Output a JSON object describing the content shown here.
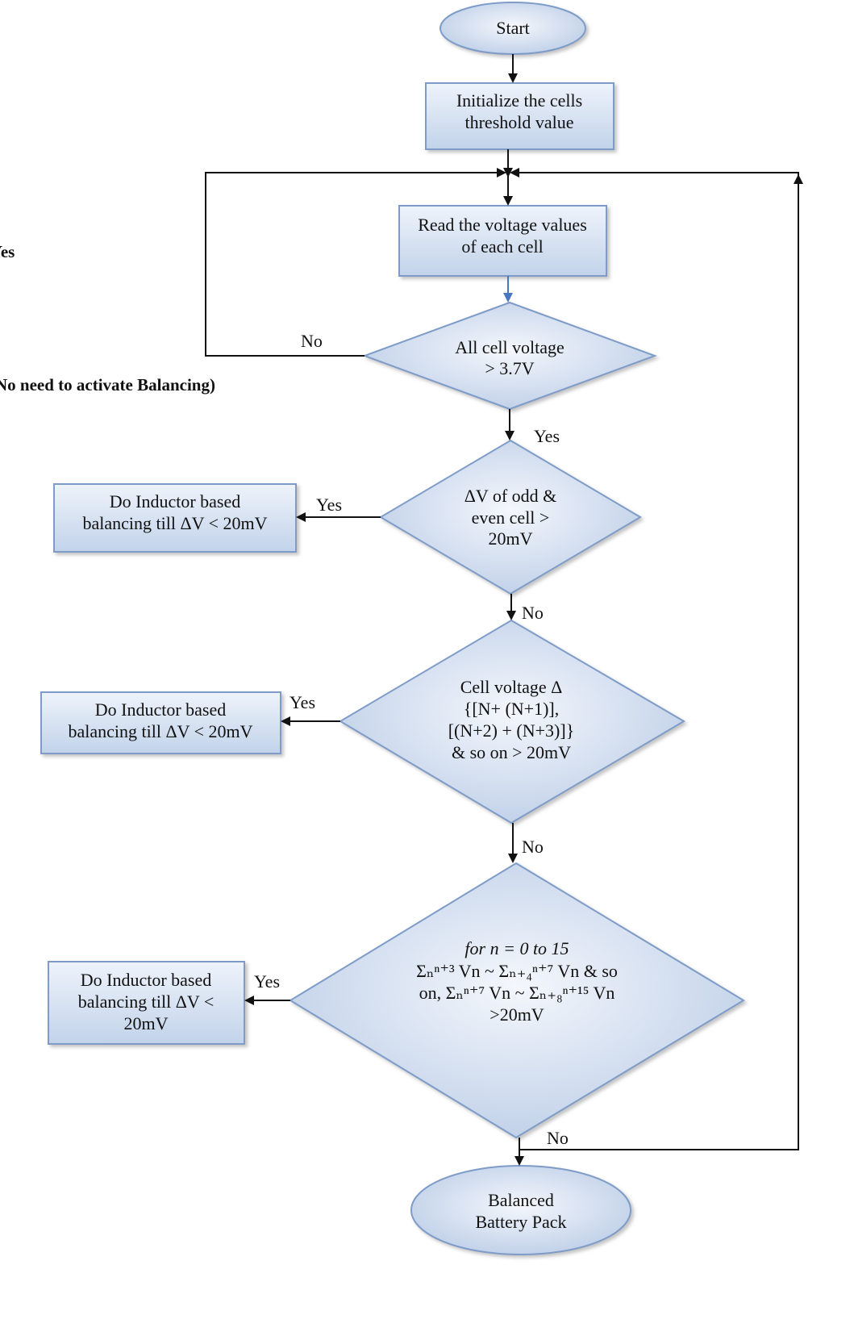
{
  "flowchart": {
    "start": "Start",
    "init": [
      "Initialize the cells",
      "threshold value"
    ],
    "read": [
      "Read the voltage values",
      "of each cell"
    ],
    "decision1": [
      "All cell voltage",
      "> 3.7V"
    ],
    "decision2": [
      "ΔV of odd &",
      "even cell >",
      "20mV"
    ],
    "decision3": [
      "Cell voltage Δ",
      "{[N+ (N+1)],",
      "[(N+2) + (N+3)]}",
      "& so on > 20mV"
    ],
    "decision4": [
      "for n = 0 to 15",
      "Σₙⁿ⁺³ Vn ~ Σₙ₊₄ⁿ⁺⁷ Vn & so",
      "on, Σₙⁿ⁺⁷ Vn ~ Σₙ₊₈ⁿ⁺¹⁵ Vn",
      ">20mV"
    ],
    "action1": [
      "Do Inductor based",
      "balancing till ΔV < 20mV"
    ],
    "action2": [
      "Do Inductor based",
      "balancing till ΔV < 20mV"
    ],
    "action3": [
      "Do Inductor based",
      "balancing till ΔV <",
      "20mV"
    ],
    "end": [
      "Balanced",
      "Battery Pack"
    ]
  },
  "edge_labels": {
    "d1_no": "No",
    "d1_yes": "Yes",
    "d2_yes": "Yes",
    "d2_no": "No",
    "d3_yes": "Yes",
    "d3_no": "No",
    "d4_yes": "Yes",
    "d4_no": "No"
  },
  "side_notes": {
    "yes_fragment": "Yes",
    "no_balancing_note": "No need to activate Balancing)"
  },
  "colors": {
    "fill_light": "#eef3fb",
    "fill_dark": "#b9cbe6",
    "stroke": "#7f9cc8",
    "line": "#111111"
  }
}
